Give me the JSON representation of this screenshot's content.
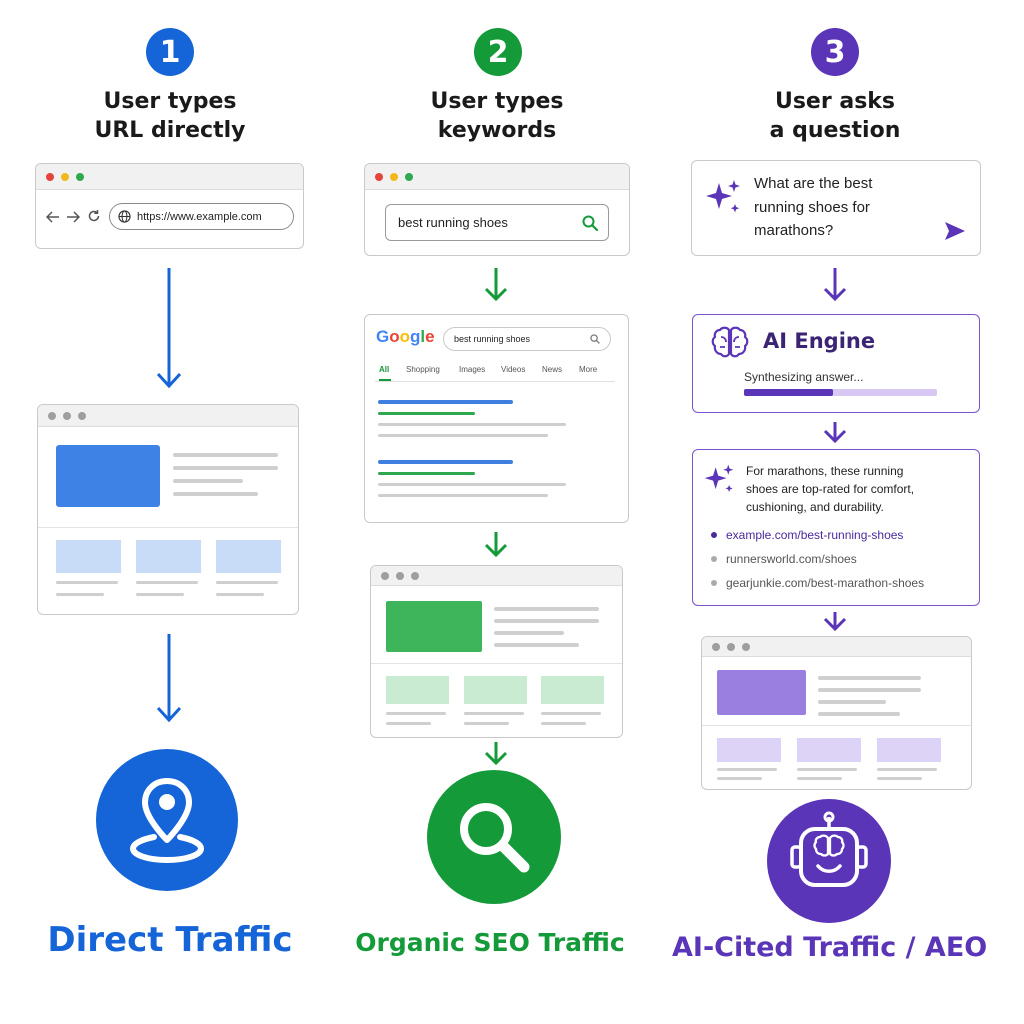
{
  "colors": {
    "blue": "#1565d8",
    "green": "#159a3a",
    "purple": "#5b35b8"
  },
  "steps": [
    {
      "number": "1",
      "title_line1": "User types",
      "title_line2": "URL directly",
      "url": "https://www.example.com",
      "result": "Direct Traffic",
      "result_icon": "location-pin-icon"
    },
    {
      "number": "2",
      "title_line1": "User types",
      "title_line2": "keywords",
      "query": "best running shoes",
      "result": "Organic SEO Traffic",
      "result_icon": "magnifier-icon",
      "serp": {
        "logo": "Google",
        "query": "best running shoes",
        "tabs": [
          "All",
          "Shopping",
          "Images",
          "Videos",
          "News",
          "More"
        ]
      }
    },
    {
      "number": "3",
      "title_line1": "User asks",
      "title_line2": "a question",
      "question_line1": "What are the best",
      "question_line2": "running shoes for",
      "question_line3": "marathons?",
      "engine_title": "AI Engine",
      "engine_status": "Synthesizing answer...",
      "answer_line1": "For marathons, these running",
      "answer_line2": "shoes are top-rated for comfort,",
      "answer_line3": "cushioning, and durability.",
      "sources": [
        "example.com/best-running-shoes",
        "runnersworld.com/shoes",
        "gearjunkie.com/best-marathon-shoes"
      ],
      "result": "AI-Cited Traffic / AEO",
      "result_icon": "robot-brain-icon"
    }
  ]
}
